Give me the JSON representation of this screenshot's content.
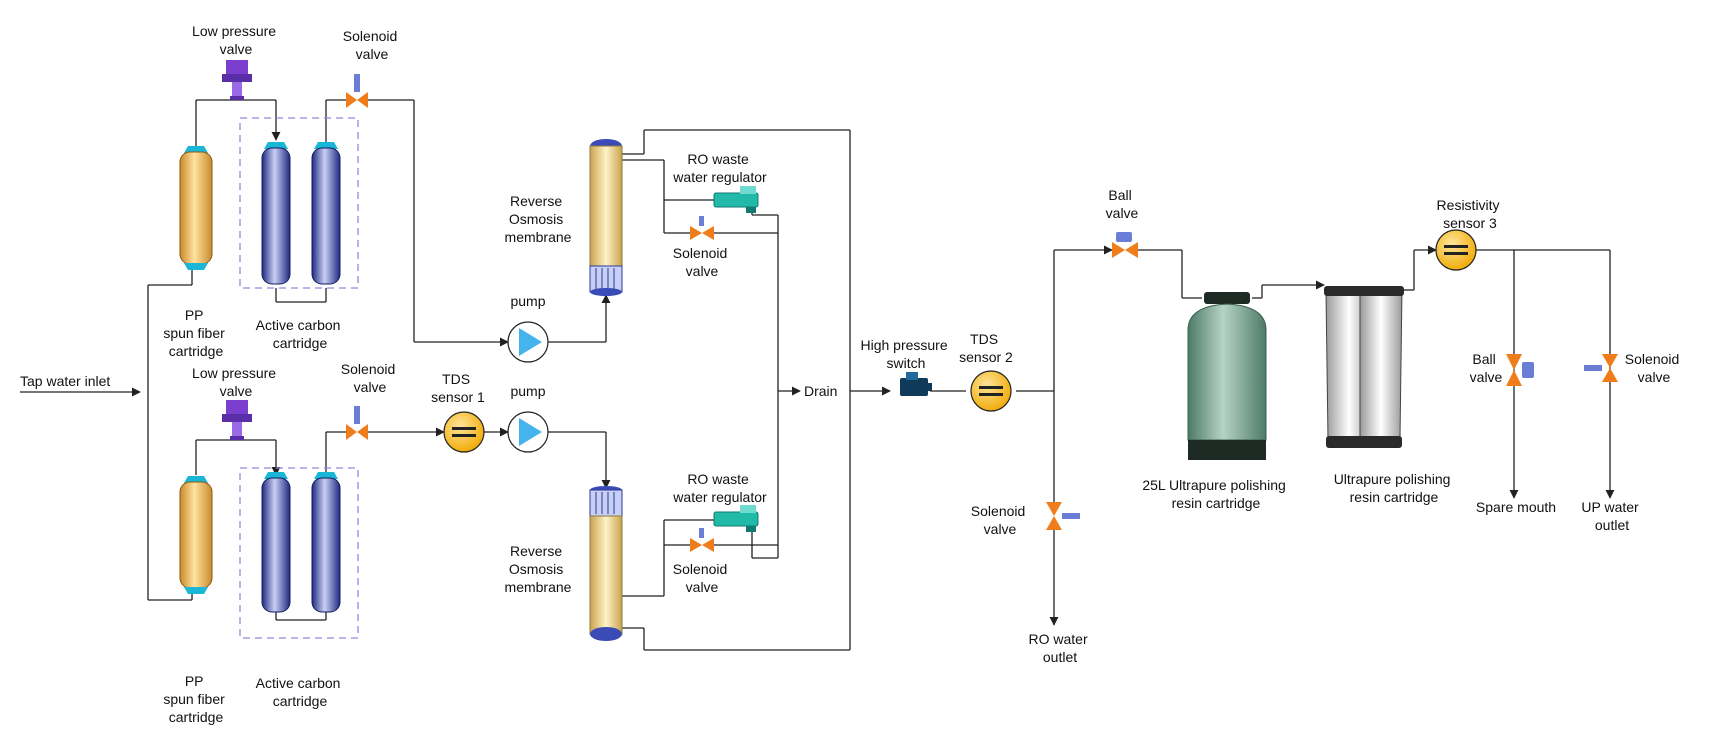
{
  "colors": {
    "pipe": "#222222",
    "pp_cartridge": "#f4c46a",
    "carbon_cartridge": "#3a4bb8",
    "cap_cyan": "#19b6d6",
    "valve_orange": "#f07d1c",
    "valve_stem_blue": "#6a7ed8",
    "low_pressure_valve": "#7b3fd0",
    "regulator_teal": "#21b9a8",
    "pump_blue": "#45b3ec",
    "sensor_yellow": "#f5b81c",
    "resin_green": "#6e9e8a",
    "dashed_frame": "#8c8cdc"
  },
  "labels": {
    "tap_water_inlet": "Tap water inlet",
    "low_pressure_valve_top": [
      "Low pressure",
      "valve"
    ],
    "solenoid_valve_top": [
      "Solenoid",
      "valve"
    ],
    "pp_top": [
      "PP",
      "spun fiber",
      "cartridge"
    ],
    "carbon_top": [
      "Active carbon",
      "cartridge"
    ],
    "low_pressure_valve_bottom": [
      "Low pressure",
      "valve"
    ],
    "solenoid_valve_bottom": [
      "Solenoid",
      "valve"
    ],
    "pp_bottom": [
      "PP",
      "spun fiber",
      "cartridge"
    ],
    "carbon_bottom": [
      "Active carbon",
      "cartridge"
    ],
    "pump_top": "pump",
    "pump_bottom": "pump",
    "tds_sensor_1": [
      "TDS",
      "sensor 1"
    ],
    "ro_membrane_top": [
      "Reverse",
      "Osmosis",
      "membrane"
    ],
    "ro_membrane_bottom": [
      "Reverse",
      "Osmosis",
      "membrane"
    ],
    "regulator_top": [
      "RO waste",
      "water regulator"
    ],
    "regulator_bottom": [
      "RO waste",
      "water regulator"
    ],
    "solenoid_reg_top": [
      "Solenoid",
      "valve"
    ],
    "solenoid_reg_bottom": [
      "Solenoid",
      "valve"
    ],
    "drain": "Drain",
    "high_pressure_switch": [
      "High pressure",
      "switch"
    ],
    "tds_sensor_2": [
      "TDS",
      "sensor 2"
    ],
    "ball_valve_main": [
      "Ball",
      "valve"
    ],
    "solenoid_ro_outlet": [
      "Solenoid",
      "valve"
    ],
    "ro_water_outlet": [
      "RO water",
      "outlet"
    ],
    "resin_25l": [
      "25L Ultrapure polishing",
      "resin cartridge"
    ],
    "resin_polishing": [
      "Ultrapure polishing",
      "resin cartridge"
    ],
    "resistivity_sensor_3": [
      "Resistivity",
      "sensor 3"
    ],
    "ball_valve_spare": [
      "Ball",
      "valve"
    ],
    "solenoid_up": [
      "Solenoid",
      "valve"
    ],
    "spare_mouth": "Spare mouth",
    "up_water_outlet": [
      "UP water",
      "outlet"
    ]
  }
}
